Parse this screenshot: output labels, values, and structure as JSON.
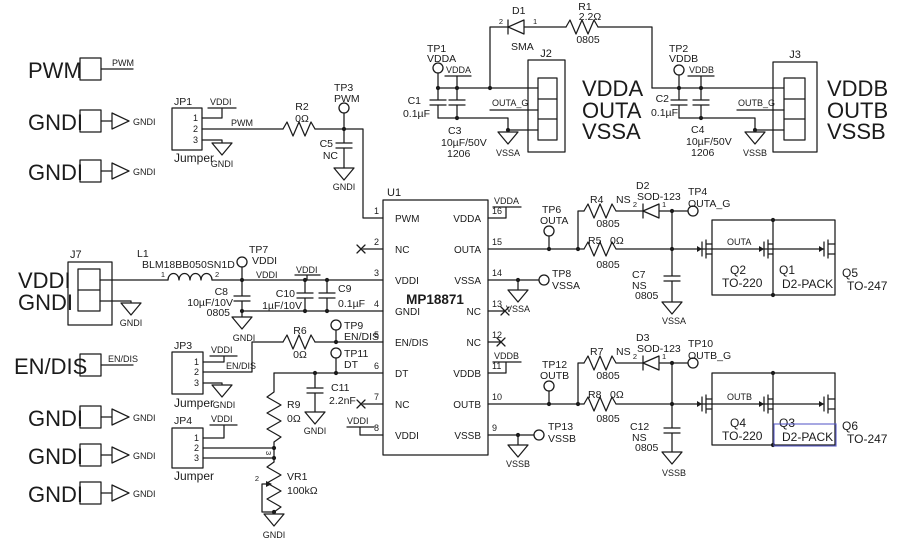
{
  "colors": {
    "ink": "#1b1b1b",
    "bg": "#ffffff",
    "highlight": "#5355c7"
  },
  "nets": {
    "pwm": "PWM",
    "gndi": "GNDI",
    "vddi": "VDDI",
    "vdda": "VDDA",
    "vddb": "VDDB",
    "vssa": "VSSA",
    "vssb": "VSSB",
    "endis": "EN/DIS",
    "dt": "DT",
    "outa": "OUTA",
    "outb": "OUTB",
    "outa_g": "OUTA_G",
    "outb_g": "OUTB_G"
  },
  "ic": {
    "ref": "U1",
    "part": "MP18871",
    "left_pins": [
      {
        "n": "1",
        "name": "PWM"
      },
      {
        "n": "2",
        "name": "NC"
      },
      {
        "n": "3",
        "name": "VDDI"
      },
      {
        "n": "4",
        "name": "GNDI"
      },
      {
        "n": "5",
        "name": "EN/DIS"
      },
      {
        "n": "6",
        "name": "DT"
      },
      {
        "n": "7",
        "name": "NC"
      },
      {
        "n": "8",
        "name": "VDDI"
      }
    ],
    "right_pins": [
      {
        "n": "16",
        "name": "VDDA"
      },
      {
        "n": "15",
        "name": "OUTA"
      },
      {
        "n": "14",
        "name": "VSSA"
      },
      {
        "n": "13",
        "name": "NC"
      },
      {
        "n": "12",
        "name": "NC"
      },
      {
        "n": "11",
        "name": "VDDB"
      },
      {
        "n": "10",
        "name": "OUTB"
      },
      {
        "n": "9",
        "name": "VSSB"
      }
    ]
  },
  "jumpers": {
    "jp1": {
      "ref": "JP1",
      "label": "Jumper",
      "p1": "1",
      "p2": "2",
      "p3": "3"
    },
    "jp3": {
      "ref": "JP3",
      "label": "Jumper",
      "p1": "1",
      "p2": "2",
      "p3": "3"
    },
    "jp4": {
      "ref": "JP4",
      "label": "Jumper",
      "p1": "1",
      "p2": "2",
      "p3": "3"
    }
  },
  "connectors": {
    "j2": {
      "ref": "J2"
    },
    "j3": {
      "ref": "J3"
    },
    "j7": {
      "ref": "J7"
    }
  },
  "resistors": {
    "r1": {
      "ref": "R1",
      "value": "2.2Ω",
      "pkg": "0805"
    },
    "r2": {
      "ref": "R2",
      "value": "0Ω"
    },
    "r4": {
      "ref": "R4",
      "value": "NS",
      "pkg": "0805"
    },
    "r5": {
      "ref": "R5",
      "value": "0Ω",
      "pkg": "0805"
    },
    "r6": {
      "ref": "R6",
      "value": "0Ω"
    },
    "r7": {
      "ref": "R7",
      "value": "NS",
      "pkg": "0805"
    },
    "r8": {
      "ref": "R8",
      "value": "0Ω",
      "pkg": "0805"
    },
    "r9": {
      "ref": "R9",
      "value": "0Ω"
    },
    "vr1": {
      "ref": "VR1",
      "value": "100kΩ",
      "p2": "2",
      "p3": "3"
    }
  },
  "capacitors": {
    "c1": {
      "ref": "C1",
      "value": "0.1µF"
    },
    "c2": {
      "ref": "C2",
      "value": "0.1µF"
    },
    "c3": {
      "ref": "C3",
      "value": "10µF/50V",
      "pkg": "1206"
    },
    "c4": {
      "ref": "C4",
      "value": "10µF/50V",
      "pkg": "1206"
    },
    "c5": {
      "ref": "C5",
      "value": "NC"
    },
    "c7": {
      "ref": "C7",
      "value": "NS",
      "pkg": "0805"
    },
    "c8": {
      "ref": "C8",
      "value": "10µF/10V",
      "pkg": "0805"
    },
    "c9": {
      "ref": "C9",
      "value": "0.1µF"
    },
    "c10": {
      "ref": "C10",
      "value": "1µF/10V"
    },
    "c11": {
      "ref": "C11",
      "value": "2.2nF"
    },
    "c12": {
      "ref": "C12",
      "value": "NS",
      "pkg": "0805"
    }
  },
  "diodes": {
    "d1": {
      "ref": "D1",
      "pkg": "SMA",
      "p1": "1",
      "p2": "2"
    },
    "d2": {
      "ref": "D2",
      "pkg": "SOD-123",
      "p1": "1",
      "p2": "2"
    },
    "d3": {
      "ref": "D3",
      "pkg": "SOD-123",
      "p1": "1",
      "p2": "2"
    }
  },
  "inductors": {
    "l1": {
      "ref": "L1",
      "value": "BLM18BB050SN1D",
      "p1": "1",
      "p2": "2"
    }
  },
  "testpoints": {
    "tp1": {
      "ref": "TP1",
      "net": "VDDA"
    },
    "tp2": {
      "ref": "TP2",
      "net": "VDDB"
    },
    "tp3": {
      "ref": "TP3",
      "net": "PWM"
    },
    "tp4": {
      "ref": "TP4",
      "net": "OUTA_G"
    },
    "tp6": {
      "ref": "TP6",
      "net": "OUTA"
    },
    "tp7": {
      "ref": "TP7",
      "net": "VDDI"
    },
    "tp8": {
      "ref": "TP8",
      "net": "VSSA"
    },
    "tp9": {
      "ref": "TP9",
      "net": "EN/DIS"
    },
    "tp10": {
      "ref": "TP10",
      "net": "OUTB_G"
    },
    "tp11": {
      "ref": "TP11",
      "net": "DT"
    },
    "tp12": {
      "ref": "TP12",
      "net": "OUTB"
    },
    "tp13": {
      "ref": "TP13",
      "net": "VSSB"
    }
  },
  "transistors": {
    "q1": {
      "ref": "Q1",
      "pkg": "D2-PACK"
    },
    "q2": {
      "ref": "Q2",
      "pkg": "TO-220"
    },
    "q3": {
      "ref": "Q3",
      "pkg": "D2-PACK"
    },
    "q4": {
      "ref": "Q4",
      "pkg": "TO-220"
    },
    "q5": {
      "ref": "Q5",
      "pkg": "TO-247"
    },
    "q6": {
      "ref": "Q6",
      "pkg": "TO-247"
    }
  }
}
